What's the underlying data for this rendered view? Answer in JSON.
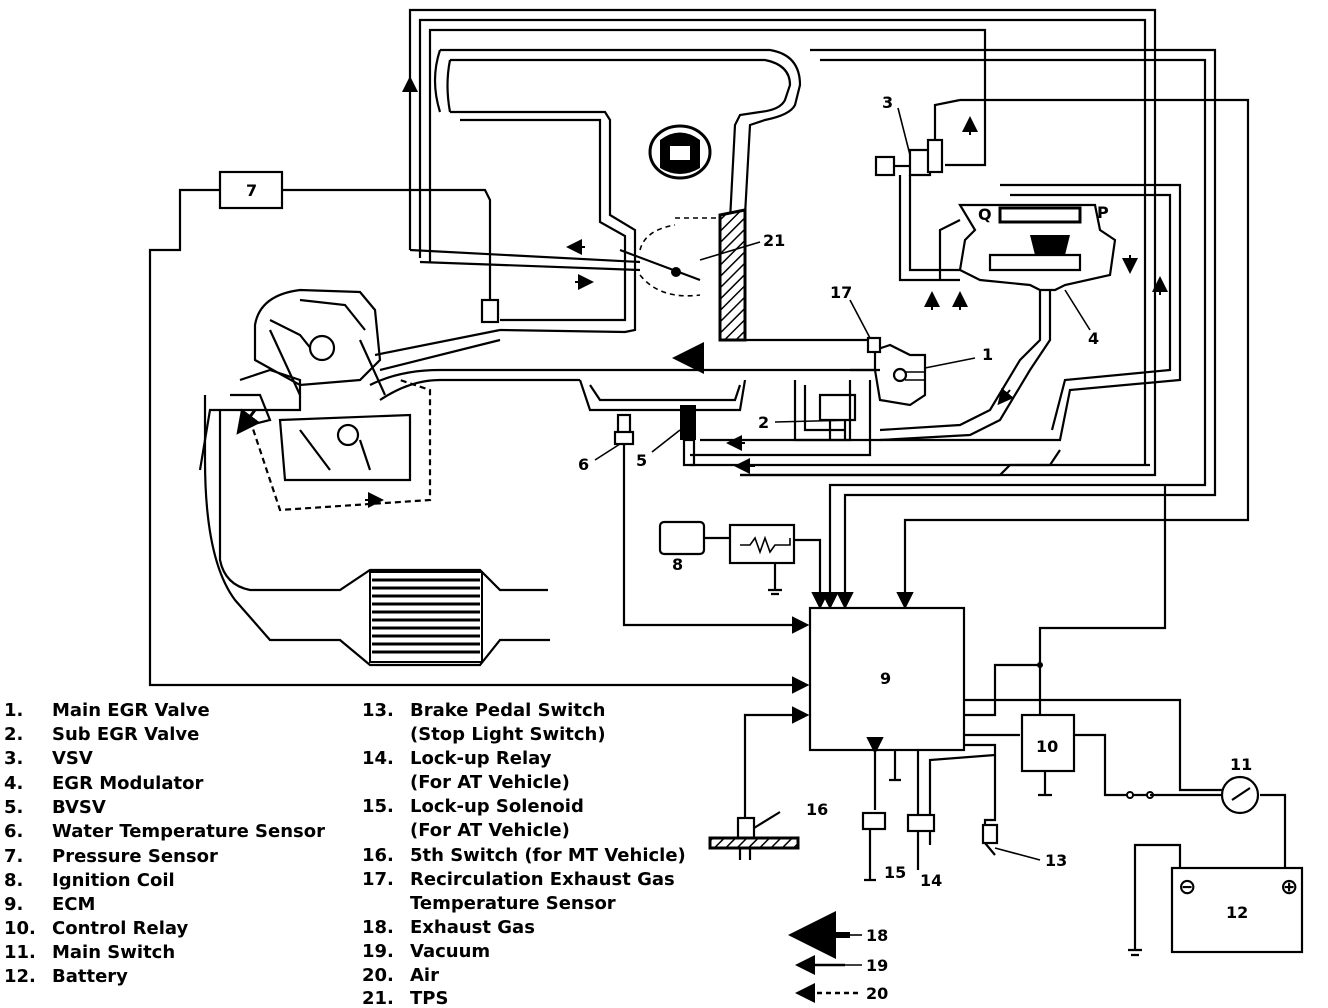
{
  "callouts": {
    "c1": "1",
    "c2": "2",
    "c3": "3",
    "c4": "4",
    "c5": "5",
    "c6": "6",
    "c7": "7",
    "c8": "8",
    "c9": "9",
    "c10": "10",
    "c11": "11",
    "c12": "12",
    "c13": "13",
    "c14": "14",
    "c15": "15",
    "c16": "16",
    "c17": "17",
    "c18": "18",
    "c19": "19",
    "c20": "20",
    "c21": "21",
    "sym_q": "Q",
    "sym_p": "P",
    "sym_minus": "⊖",
    "sym_plus": "⊕"
  },
  "legend": [
    {
      "num": "1.",
      "text": "Main EGR Valve"
    },
    {
      "num": "2.",
      "text": "Sub EGR Valve"
    },
    {
      "num": "3.",
      "text": "VSV"
    },
    {
      "num": "4.",
      "text": "EGR Modulator"
    },
    {
      "num": "5.",
      "text": "BVSV"
    },
    {
      "num": "6.",
      "text": "Water Temperature Sensor"
    },
    {
      "num": "7.",
      "text": "Pressure Sensor"
    },
    {
      "num": "8.",
      "text": "Ignition Coil"
    },
    {
      "num": "9.",
      "text": "ECM"
    },
    {
      "num": "10.",
      "text": "Control Relay"
    },
    {
      "num": "11.",
      "text": "Main Switch"
    },
    {
      "num": "12.",
      "text": "Battery"
    },
    {
      "num": "13.",
      "text": "Brake Pedal Switch"
    },
    {
      "num": "",
      "text": "(Stop Light Switch)"
    },
    {
      "num": "14.",
      "text": "Lock-up Relay"
    },
    {
      "num": "",
      "text": "(For AT Vehicle)"
    },
    {
      "num": "15.",
      "text": "Lock-up Solenoid"
    },
    {
      "num": "",
      "text": "(For AT Vehicle)"
    },
    {
      "num": "16.",
      "text": "5th Switch (for MT Vehicle)"
    },
    {
      "num": "17.",
      "text": "Recirculation Exhaust Gas"
    },
    {
      "num": "",
      "text": "Temperature Sensor"
    },
    {
      "num": "18.",
      "text": "Exhaust Gas"
    },
    {
      "num": "19.",
      "text": "Vacuum"
    },
    {
      "num": "20.",
      "text": "Air"
    },
    {
      "num": "21.",
      "text": "TPS"
    }
  ],
  "arrow_key": [
    {
      "num": "18",
      "style": "thick"
    },
    {
      "num": "19",
      "style": "thin"
    },
    {
      "num": "20",
      "style": "dashed"
    }
  ]
}
